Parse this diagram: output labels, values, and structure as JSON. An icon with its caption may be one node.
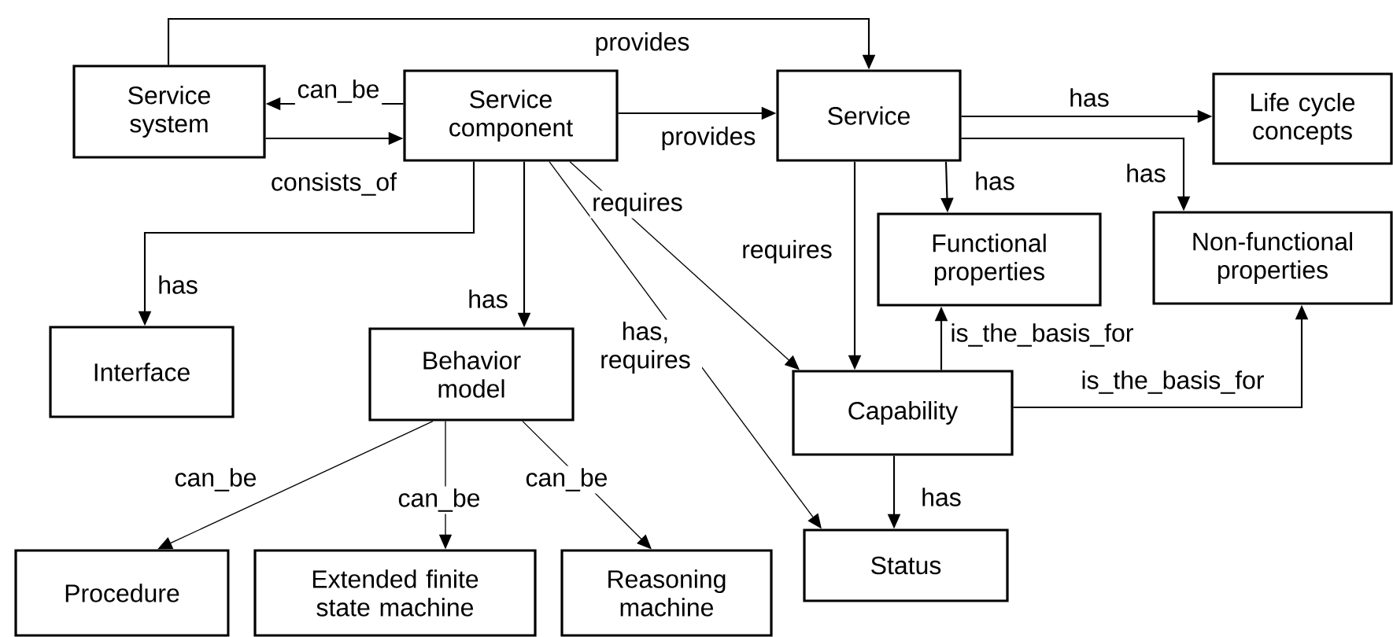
{
  "diagram": {
    "nodes": [
      {
        "text": [
          "Service system"
        ]
      },
      {
        "text": [
          "Service component"
        ]
      },
      {
        "text": [
          "Service"
        ]
      },
      {
        "text": [
          "Life cycle concepts"
        ]
      },
      {
        "text": [
          "Functional properties"
        ]
      },
      {
        "text": [
          "Non-functional properties"
        ]
      },
      {
        "text": [
          "Interface"
        ]
      },
      {
        "text": [
          "Behavior model"
        ]
      },
      {
        "text": [
          "Capability"
        ]
      },
      {
        "text": [
          "Status"
        ]
      },
      {
        "text": [
          "Procedure"
        ]
      },
      {
        "text": [
          "Extended finite state machine"
        ]
      },
      {
        "text": [
          "Reasoning machine"
        ]
      }
    ],
    "edges": [
      {
        "from": 0,
        "to": 2,
        "arrow": "to",
        "label": "provides"
      },
      {
        "from": 1,
        "to": 0,
        "arrow": "to",
        "label": "can_be"
      },
      {
        "from": 0,
        "to": 1,
        "arrow": "to",
        "label": "consists_of"
      },
      {
        "from": 1,
        "to": 2,
        "arrow": "to",
        "label": "provides"
      },
      {
        "from": 2,
        "to": 3,
        "arrow": "to",
        "label": "has"
      },
      {
        "from": 2,
        "to": 4,
        "arrow": "to",
        "label": "has"
      },
      {
        "from": 2,
        "to": 5,
        "arrow": "to",
        "label": "has"
      },
      {
        "from": 2,
        "to": 8,
        "arrow": "to",
        "label": "requires"
      },
      {
        "from": 1,
        "to": 6,
        "arrow": "to",
        "label": "has"
      },
      {
        "from": 1,
        "to": 7,
        "arrow": "to",
        "label": "has"
      },
      {
        "from": 1,
        "to": 8,
        "arrow": "to",
        "label": "requires"
      },
      {
        "from": 1,
        "to": 9,
        "arrow": "to",
        "label": "has, requires"
      },
      {
        "from": 8,
        "to": 4,
        "arrow": "to",
        "label": "is_the_basis_for"
      },
      {
        "from": 8,
        "to": 5,
        "arrow": "to",
        "label": "is_the_basis_for"
      },
      {
        "from": 8,
        "to": 9,
        "arrow": "to",
        "label": "has"
      },
      {
        "from": 7,
        "to": 10,
        "arrow": "to",
        "label": "can_be"
      },
      {
        "from": 7,
        "to": 11,
        "arrow": "to",
        "label": "can_be"
      },
      {
        "from": 7,
        "to": 12,
        "arrow": "to",
        "label": "can_be"
      }
    ]
  }
}
